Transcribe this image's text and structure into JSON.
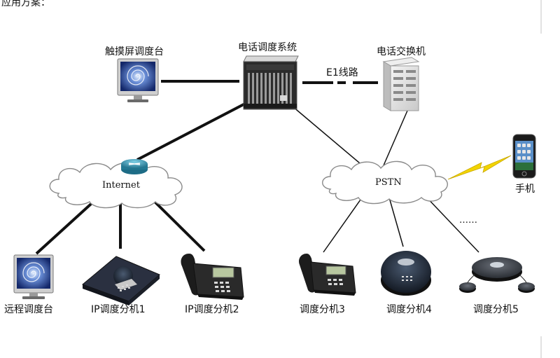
{
  "header": {
    "text": "应用方案："
  },
  "nodes": {
    "touch_console": "触摸屏调度台",
    "dispatch_system": "电话调度系统",
    "pbx": "电话交换机",
    "e1_link": "E1线路",
    "internet": "Internet",
    "pstn": "PSTN",
    "mobile": "手机",
    "remote_console": "远程调度台",
    "ip_ext1": "IP调度分机1",
    "ip_ext2": "IP调度分机2",
    "ext3": "调度分机3",
    "ext4": "调度分机4",
    "ext5": "调度分机5",
    "ellipsis": "……"
  },
  "colors": {
    "line": "#111111",
    "monitor_screen": "#1d3e86",
    "bolt": "#f2d400",
    "router": "#2e8aa6",
    "phone_body": "#2a2a2a",
    "lcd": "#b8c7a0"
  },
  "icons": [
    "monitor-icon",
    "server-rack-icon",
    "pbx-cabinet-icon",
    "router-icon",
    "cloud-icon",
    "mobile-phone-icon",
    "lightning-icon",
    "desk-phone-icon",
    "conference-phone-icon"
  ]
}
